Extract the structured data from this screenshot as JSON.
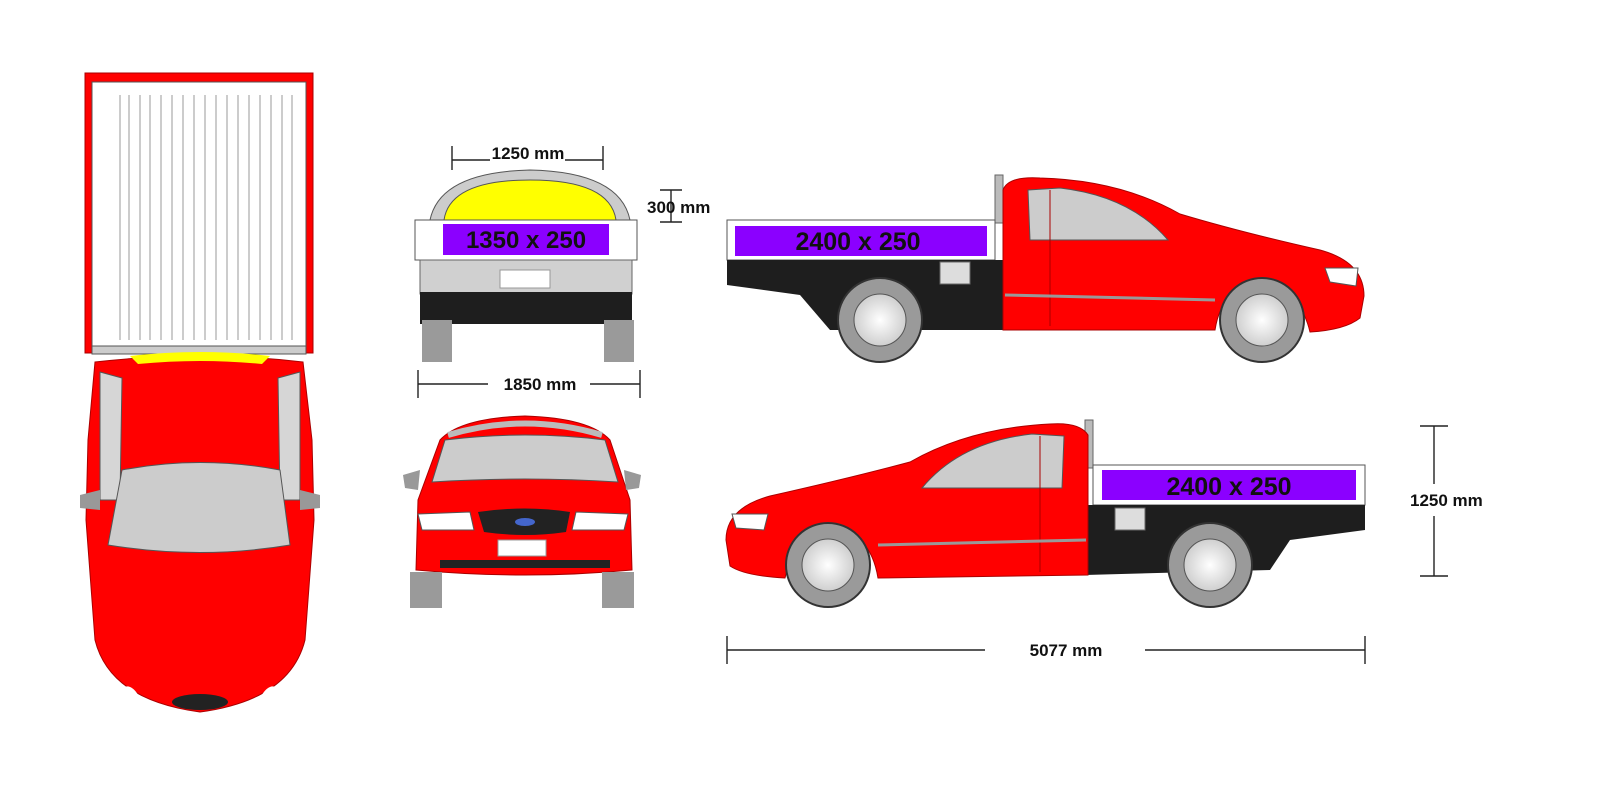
{
  "colors": {
    "body": "#ff0000",
    "tray": "#ffffff",
    "signage_panel": "#8b00ff",
    "headboard_panel": "#ffff00",
    "glass": "#cccccc",
    "chassis": "#222222",
    "tyre": "#888888"
  },
  "panels": {
    "headboard": "1350 x 250",
    "rear_side": "2400 x 250",
    "driver_side": "2400 x 250"
  },
  "dimensions": {
    "headboard_width": "1250 mm",
    "headboard_height": "300 mm",
    "overall_width": "1850 mm",
    "overall_length": "5077 mm",
    "overall_height": "1250 mm"
  }
}
